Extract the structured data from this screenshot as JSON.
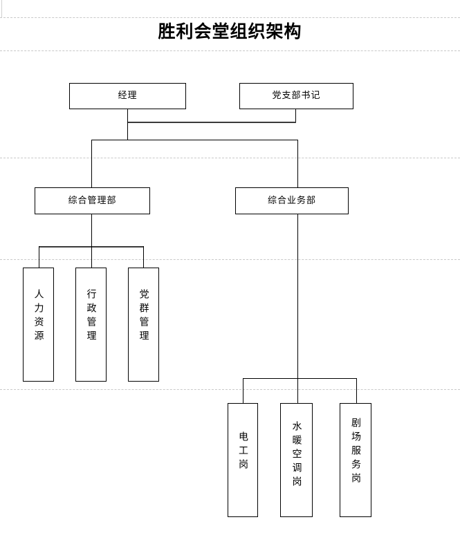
{
  "document": {
    "title": "胜利会堂组织架构"
  },
  "chart_data": {
    "type": "diagram",
    "diagram_kind": "organization-chart",
    "title": "胜利会堂组织架构",
    "orientation": "top-down",
    "levels": [
      {
        "level": 1,
        "nodes": [
          {
            "id": "manager",
            "label": "经理",
            "text_direction": "horizontal"
          },
          {
            "id": "party-secretary",
            "label": "党支部书记",
            "text_direction": "horizontal"
          }
        ]
      },
      {
        "level": 2,
        "nodes": [
          {
            "id": "general-management-dept",
            "label": "综合管理部",
            "text_direction": "horizontal"
          },
          {
            "id": "general-business-dept",
            "label": "综合业务部",
            "text_direction": "horizontal"
          }
        ]
      },
      {
        "level": 3,
        "nodes": [
          {
            "id": "human-resources",
            "label": "人力资源",
            "text_direction": "vertical"
          },
          {
            "id": "administrative-management",
            "label": "行政管理",
            "text_direction": "vertical"
          },
          {
            "id": "party-mass-management",
            "label": "党群管理",
            "text_direction": "vertical"
          },
          {
            "id": "electrician-post",
            "label": "电工岗",
            "text_direction": "vertical"
          },
          {
            "id": "hvac-plumbing-post",
            "label": "水暖空调岗",
            "text_direction": "vertical"
          },
          {
            "id": "theater-service-post",
            "label": "剧场服务岗",
            "text_direction": "vertical"
          }
        ]
      }
    ],
    "edges": [
      {
        "from": "manager",
        "to": "party-secretary",
        "style": "sibling-link"
      },
      {
        "from": "manager",
        "to": "general-management-dept"
      },
      {
        "from": "manager",
        "to": "general-business-dept"
      },
      {
        "from": "general-management-dept",
        "to": "human-resources"
      },
      {
        "from": "general-management-dept",
        "to": "administrative-management"
      },
      {
        "from": "general-management-dept",
        "to": "party-mass-management"
      },
      {
        "from": "general-business-dept",
        "to": "electrician-post"
      },
      {
        "from": "general-business-dept",
        "to": "hvac-plumbing-post"
      },
      {
        "from": "general-business-dept",
        "to": "theater-service-post"
      }
    ]
  },
  "nodes": {
    "manager": "经理",
    "party_secretary": "党支部书记",
    "general_management_dept": "综合管理部",
    "general_business_dept": "综合业务部",
    "human_resources": "人力资源",
    "administrative_management": "行政管理",
    "party_mass_management": "党群管理",
    "electrician_post": "电工岗",
    "hvac_plumbing_post": "水暖空调岗",
    "theater_service_post": "剧场服务岗"
  },
  "colors": {
    "page_background": "#ffffff",
    "box_border": "#000000",
    "connector": "#000000",
    "guide_line": "#c8c8c8",
    "text": "#000000"
  }
}
